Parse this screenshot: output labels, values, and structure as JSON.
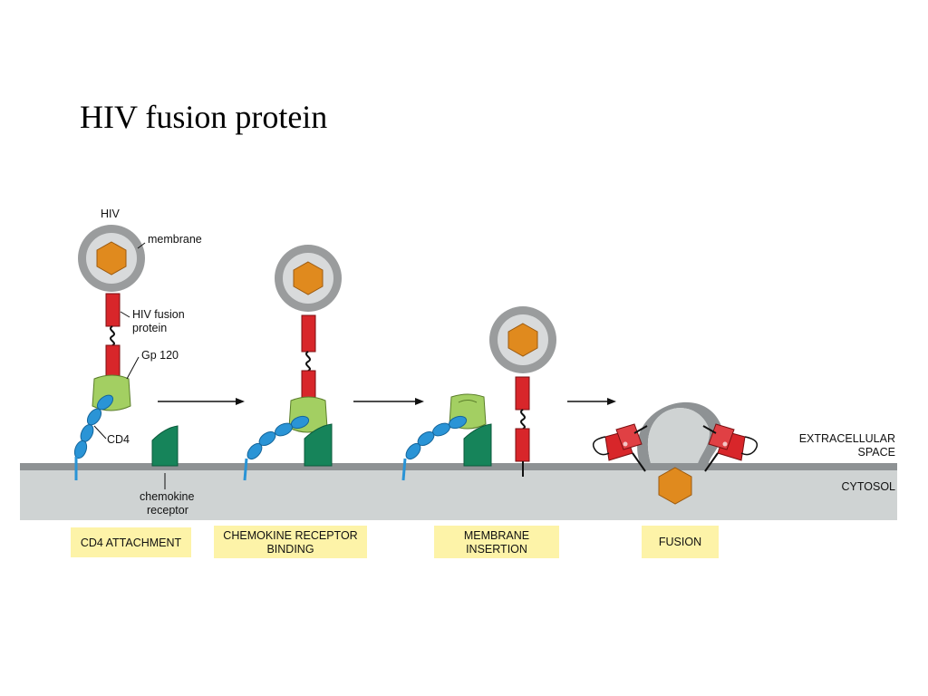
{
  "title": "HIV fusion protein",
  "labels": {
    "hiv": "HIV",
    "membrane": "membrane",
    "fusion_protein_line1": "HIV fusion",
    "fusion_protein_line2": "protein",
    "gp120": "Gp 120",
    "cd4": "CD4",
    "chemokine_line1": "chemokine",
    "chemokine_line2": "receptor",
    "extracellular_line1": "EXTRACELLULAR",
    "extracellular_line2": "SPACE",
    "cytosol": "CYTOSOL"
  },
  "stages": [
    {
      "line1": "CD4 ATTACHMENT",
      "line2": ""
    },
    {
      "line1": "CHEMOKINE RECEPTOR",
      "line2": "BINDING"
    },
    {
      "line1": "MEMBRANE",
      "line2": "INSERTION"
    },
    {
      "line1": "FUSION",
      "line2": ""
    }
  ],
  "colors": {
    "virus_capsid": "#e08a1e",
    "virus_membrane": "#9a9c9d",
    "virus_inner": "#d8dadb",
    "fusion_protein": "#d8262a",
    "gp120": "#a3cf62",
    "cd4": "#2a94d6",
    "chemokine_receptor": "#16845a",
    "cell_membrane": "#8e9294",
    "cytosol": "#cfd3d3",
    "stage_box": "#fdf3a8"
  }
}
